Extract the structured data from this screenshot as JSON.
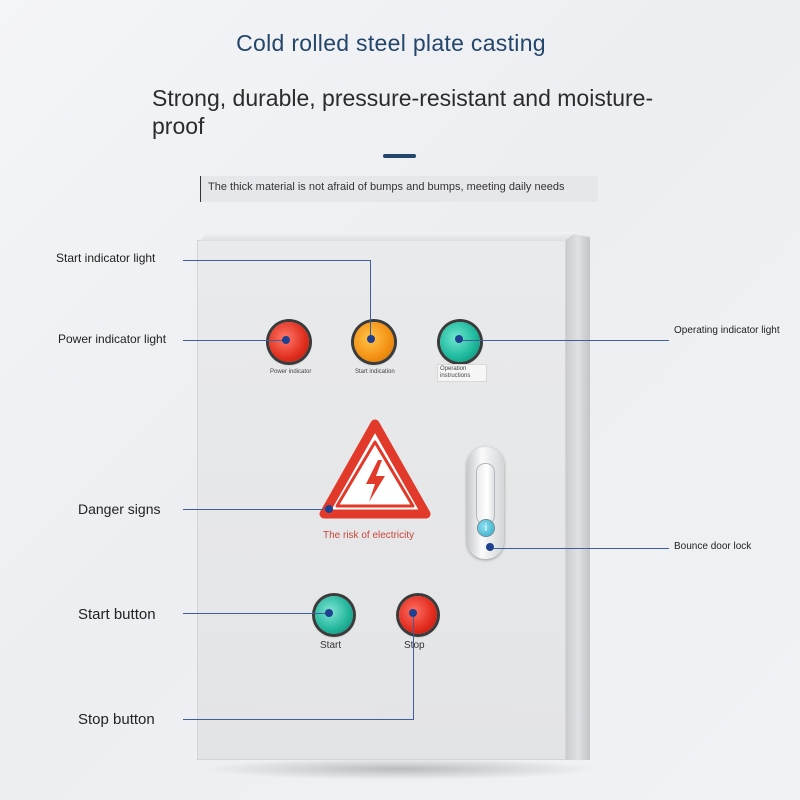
{
  "header": {
    "title": "Cold rolled steel plate casting",
    "subtitle": "Strong, durable, pressure-resistant and moisture-proof",
    "note": "The thick material is not afraid of bumps and bumps, meeting daily needs"
  },
  "callouts": {
    "start_indicator": "Start indicator light",
    "power_indicator": "Power indicator light",
    "operating_indicator": "Operating indicator light",
    "danger_signs": "Danger signs",
    "bounce_lock": "Bounce door lock",
    "start_button": "Start button",
    "stop_button": "Stop button"
  },
  "cabinet": {
    "plate_power": "Power indicator",
    "plate_start": "Start indication",
    "plate_operation": "Operation instructions",
    "danger_text": "The risk of electricity",
    "button_start": "Start",
    "button_stop": "Stop"
  },
  "colors": {
    "title": "#24466a",
    "callout_line": "#3e5f9a",
    "danger_red": "#e23a2a",
    "lamp_red": "#e02d1d",
    "lamp_orange": "#f39012",
    "lamp_green": "#1ab79b"
  }
}
